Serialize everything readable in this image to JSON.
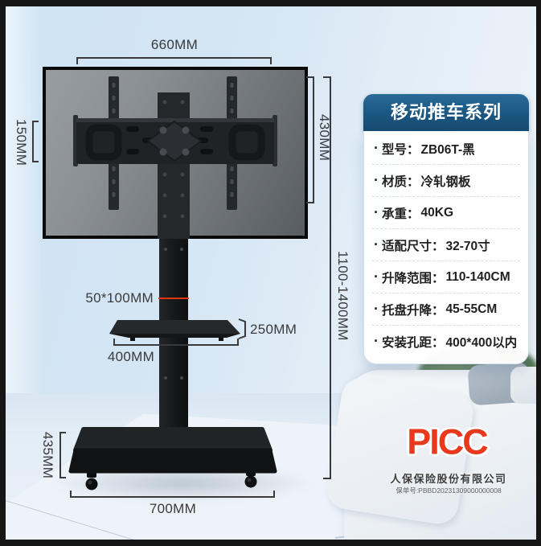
{
  "spec_card": {
    "title": "移动推车系列",
    "header_color": "#1a5680",
    "items": [
      {
        "bullet": "·",
        "label": "型号：",
        "value": "ZB06T-黑"
      },
      {
        "bullet": "·",
        "label": "材质：",
        "value": "冷轧钢板"
      },
      {
        "bullet": "·",
        "label": "承重：",
        "value": "40KG"
      },
      {
        "bullet": "·",
        "label": "适配尺寸：",
        "value": "32-70寸"
      },
      {
        "bullet": "·",
        "label": "升降范围：",
        "value": "110-140CM"
      },
      {
        "bullet": "·",
        "label": "托盘升降：",
        "value": "45-55CM"
      },
      {
        "bullet": "·",
        "label": "安装孔距：",
        "value": "400*400以内"
      }
    ]
  },
  "dimensions": {
    "tv_width": "660MM",
    "plate_height": "150MM",
    "bracket_height": "430MM",
    "overall_height_range": "1100-1400MM",
    "pole_profile": "50*100MM",
    "tray_depth": "250MM",
    "tray_width": "400MM",
    "base_depth": "435MM",
    "base_width": "700MM",
    "accent_red": "#e23511"
  },
  "brand": {
    "logo": "PICC",
    "logo_color": "#e8391c",
    "company": "人保保险股份有限公司",
    "policy_number": "保单号:PBBD20231309000000008"
  }
}
